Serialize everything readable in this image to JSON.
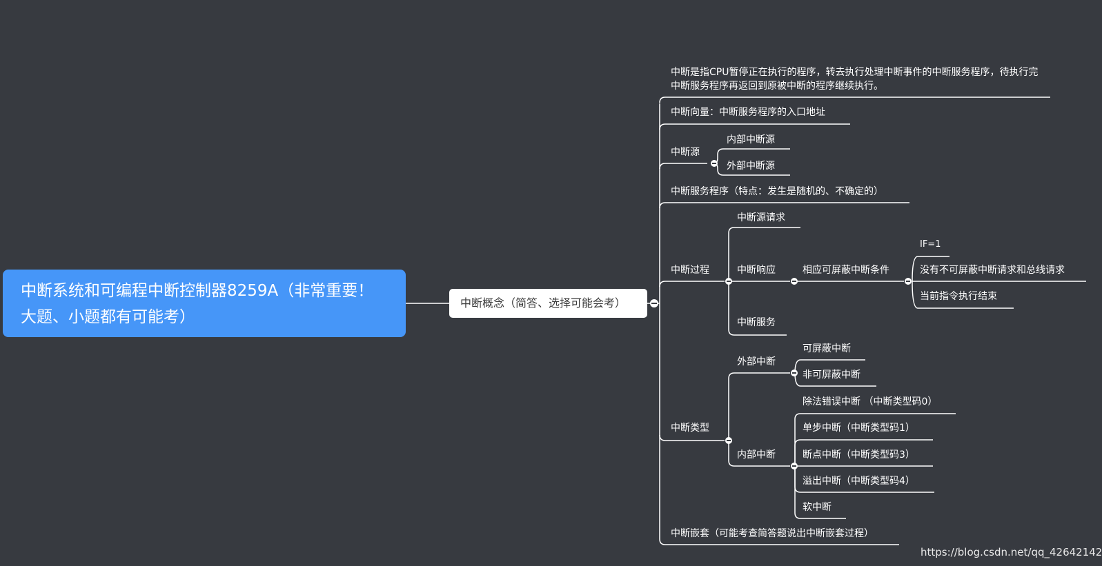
{
  "root": {
    "text": "中断系统和可编程中断控制器8259A（非常重要！大题、小题都有可能考）"
  },
  "mid": {
    "text": "中断概念（简答、选择可能会考）"
  },
  "branches": {
    "definition": "中断是指CPU暂停正在执行的程序，转去执行处理中断事件的中断服务程序，待执行完中断服务程序再返回到原被中断的程序继续执行。",
    "vector": "中断向量：中断服务程序的入口地址",
    "source": {
      "label": "中断源",
      "children": [
        "内部中断源",
        "外部中断源"
      ]
    },
    "isr": "中断服务程序（特点：发生是随机的、不确定的）",
    "process": {
      "label": "中断过程",
      "request": "中断源请求",
      "response": {
        "label": "中断响应",
        "condition": {
          "label": "相应可屏蔽中断条件",
          "children": [
            "IF=1",
            "没有不可屏蔽中断请求和总线请求",
            "当前指令执行结束"
          ]
        }
      },
      "service": "中断服务"
    },
    "types": {
      "label": "中断类型",
      "external": {
        "label": "外部中断",
        "children": [
          "可屏蔽中断",
          "非可屏蔽中断"
        ]
      },
      "internal": {
        "label": "内部中断",
        "children": [
          "除法错误中断 （中断类型码0）",
          "单步中断（中断类型码1）",
          "断点中断（中断类型码3）",
          "溢出中断（中断类型码4）",
          "软中断"
        ]
      }
    },
    "nesting": "中断嵌套（可能考查简答题说出中断嵌套过程）"
  },
  "watermark": "https://blog.csdn.net/qq_42642142",
  "colors": {
    "background": "#373a40",
    "root_fill": "#4696f8",
    "line": "#ffffff"
  }
}
